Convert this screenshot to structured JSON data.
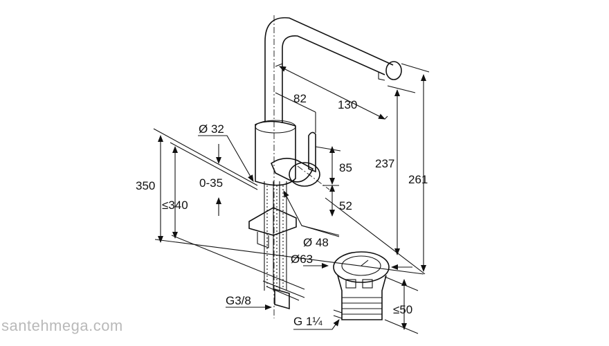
{
  "dimensions": {
    "spout_reach": "130",
    "lever_offset": "82",
    "spout_height": "237",
    "total_height": "261",
    "lever_height": "85",
    "lever_base": "52",
    "body_diameter": "Ø 32",
    "base_diameter": "Ø 48",
    "deck_thickness": "0-35",
    "total_depth": "350",
    "max_depth": "≤340",
    "waste_diameter": "Ø63",
    "waste_height": "≤50",
    "supply_thread": "G3/8",
    "waste_thread": "G 1¼"
  },
  "watermark": "santehmega.com"
}
